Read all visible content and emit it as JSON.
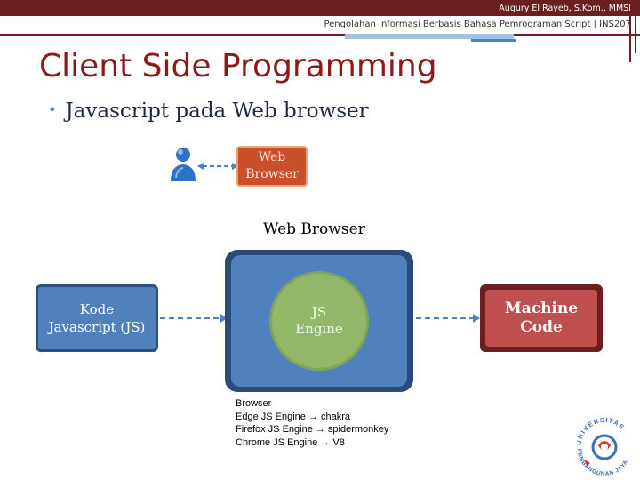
{
  "header": {
    "author": "Augury El Rayeb, S.Kom., MMSI",
    "course": "Pengolahan Informasi Berbasis Bahasa Pemrograman Script | INS207"
  },
  "slide": {
    "title": "Client Side Programming",
    "bullet": "Javascript pada Web browser"
  },
  "diagram": {
    "web_browser_small": [
      "Web",
      "Browser"
    ],
    "web_browser_label": "Web Browser",
    "kode_box": [
      "Kode",
      "Javascript (JS)"
    ],
    "js_engine": [
      "JS",
      "Engine"
    ],
    "machine_code": [
      "Machine",
      "Code"
    ],
    "browser_info": {
      "heading": "Browser",
      "lines": [
        "Edge JS Engine → chakra",
        "Firefox JS Engine → spidermonkey",
        "Chrome JS Engine → V8"
      ]
    }
  },
  "logo": {
    "text_top": "UNIVERSITAS",
    "text_bottom": "PEMBANGUNAN JAYA"
  },
  "colors": {
    "brand_dark": "#6b1f20",
    "title": "#8b1a1a",
    "blue": "#4f81bd",
    "green": "#93b86a",
    "orange": "#c9502a",
    "red": "#c0504d"
  }
}
